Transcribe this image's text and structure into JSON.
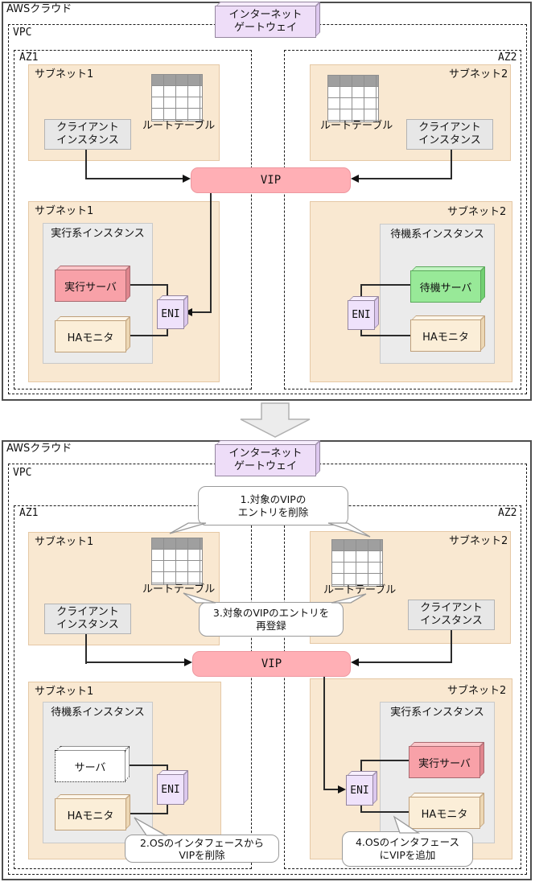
{
  "colors": {
    "subnet_fill": "#f9e8d1",
    "subnet_border": "#e5c8a5",
    "instance_fill": "#ebebeb",
    "instance_border": "#c9c9c9",
    "client_fill": "#e7e7e7",
    "client_border": "#b3b3b3",
    "vip_fill": "#ffafb5",
    "vip_border": "#ee98a0",
    "active_server_fill": "#f8a1a8",
    "standby_server_fill": "#98e998",
    "ha_monitor_fill": "#fbeed8",
    "eni_fill": "#efe2fb",
    "igw_fill": "#eeddf8",
    "route_table_header": "#9f9f9f",
    "connector": "#2b2b2b"
  },
  "labels": {
    "aws_cloud": "AWSクラウド",
    "vpc": "VPC",
    "az1": "AZ1",
    "az2": "AZ2",
    "igw_line1": "インターネット",
    "igw_line2": "ゲートウェイ",
    "subnet1": "サブネット1",
    "subnet2": "サブネット2",
    "route_table": "ルートテーブル",
    "client_line1": "クライアント",
    "client_line2": "インスタンス",
    "vip": "VIP",
    "eni": "ENI",
    "active_instance": "実行系インスタンス",
    "standby_instance": "待機系インスタンス",
    "active_server": "実行サーバ",
    "standby_server": "待機サーバ",
    "generic_server": "サーバ",
    "ha_monitor": "HAモニタ"
  },
  "callouts": {
    "step1_line1": "1.対象のVIPの",
    "step1_line2": "エントリを削除",
    "step2_line1": "2.OSのインタフェースから",
    "step2_line2": "VIPを削除",
    "step3_line1": "3.対象のVIPのエントリを",
    "step3_line2": "再登録",
    "step4_line1": "4.OSのインタフェース",
    "step4_line2": "にVIPを追加"
  }
}
